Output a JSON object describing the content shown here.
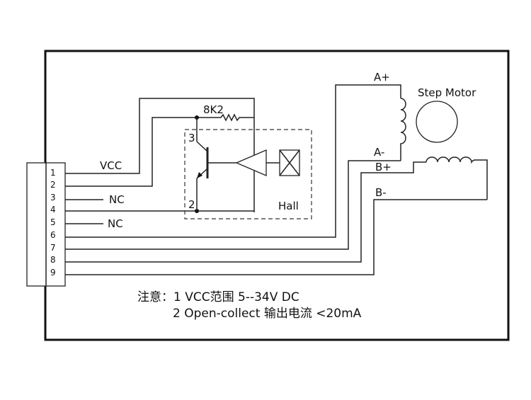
{
  "connector": {
    "pins": [
      "1",
      "2",
      "3",
      "4",
      "5",
      "6",
      "7",
      "8",
      "9"
    ]
  },
  "signals": {
    "vcc": "VCC",
    "nc_pin3": "NC",
    "nc_pin5": "NC"
  },
  "circuit": {
    "resistor_label": "8K2",
    "transistor_pin_collector": "3",
    "transistor_pin_emitter": "2",
    "sensor_label": "Hall"
  },
  "motor": {
    "title": "Step Motor",
    "a_plus": "A+",
    "a_minus": "A-",
    "b_plus": "B+",
    "b_minus": "B-"
  },
  "notes": {
    "line1": "注意：1  VCC范围  5--34V DC",
    "line2": "2  Open-collect 输出电流    <20mA"
  }
}
